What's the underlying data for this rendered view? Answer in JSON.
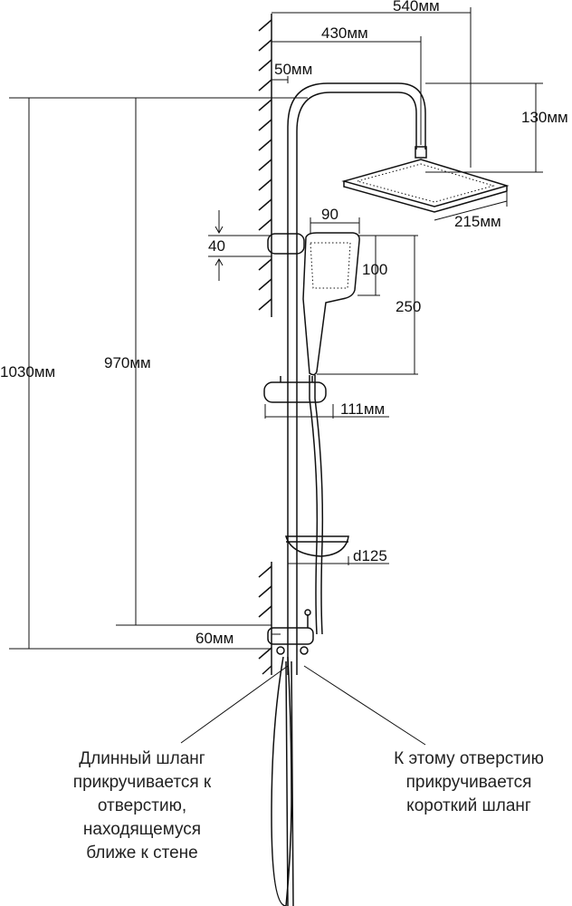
{
  "dimensions": {
    "total_width": "540мм",
    "arm_length": "430мм",
    "wall_offset": "50мм",
    "head_drop": "130мм",
    "head_size": "215мм",
    "hand_width": "90",
    "holder_height": "40",
    "hand_head_length": "100",
    "hand_length": "250",
    "total_height": "1030мм",
    "bar_height": "970мм",
    "slider_depth": "111мм",
    "soap_dish": "d125",
    "mixer_offset": "60мм"
  },
  "captions": {
    "long_hose": [
      "Длинный шланг",
      "прикручивается к",
      "отверстию,",
      "находящемуся",
      "ближе к стене"
    ],
    "short_hose": [
      "К этому отверстию",
      "прикручивается",
      "короткий шланг"
    ]
  }
}
